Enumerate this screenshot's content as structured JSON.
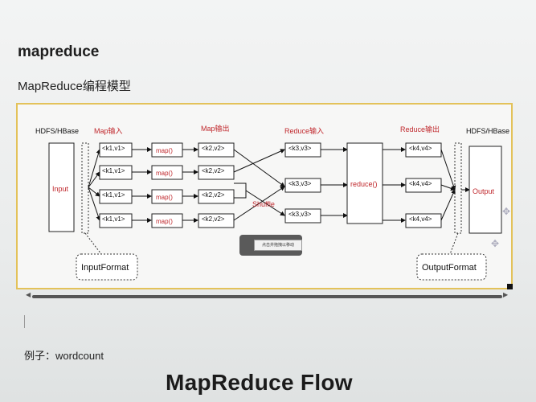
{
  "heading": "mapreduce",
  "subheading": "MapReduce编程模型",
  "diagram": {
    "hdfs_in": "HDFS/HBase",
    "hdfs_out": "HDFS/HBase",
    "input": "Input",
    "output": "Output",
    "map_in_title": "Map输入",
    "map_out_title": "Map输出",
    "reduce_in_title": "Reduce输入",
    "reduce_out_title": "Reduce输出",
    "kv1": "<k1,v1>",
    "kv2": "<k2,v2>",
    "kv3": "<k3,v3>",
    "kv4": "<k4,v4>",
    "map": "map()",
    "reduce": "reduce()",
    "shuffle": "Shuffle",
    "input_format": "InputFormat",
    "output_format": "OutputFormat"
  },
  "tooltip": "点击并拖拽以移动",
  "example": "例子：wordcount",
  "flow_title": "MapReduce Flow",
  "colors": {
    "accent_red": "#c0282d",
    "frame_border": "#e3c25a"
  }
}
